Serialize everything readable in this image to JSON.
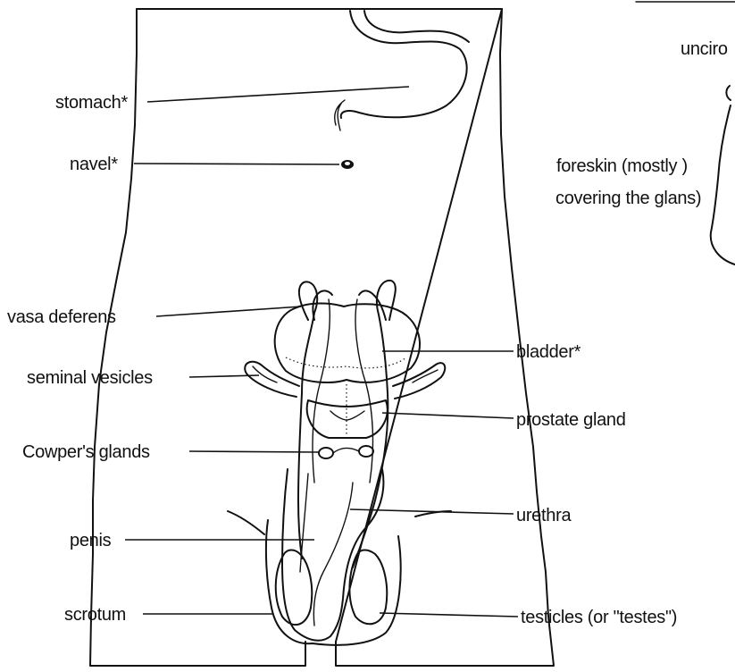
{
  "labels": {
    "stomach": "stomach*",
    "navel": "navel*",
    "vasa_deferens": "vasa deferens",
    "seminal_vesicles": "seminal vesicles",
    "cowpers_glands": "Cowper's glands",
    "penis": "penis",
    "scrotum": "scrotum",
    "bladder": "bladder*",
    "prostate_gland": "prostate gland",
    "urethra": "urethra",
    "testicles": "testicles (or \"testes\")"
  },
  "inset": {
    "title_fragment": "unciro",
    "foreskin_line1": "foreskin (mostly )",
    "foreskin_line2": "covering the glans)"
  }
}
